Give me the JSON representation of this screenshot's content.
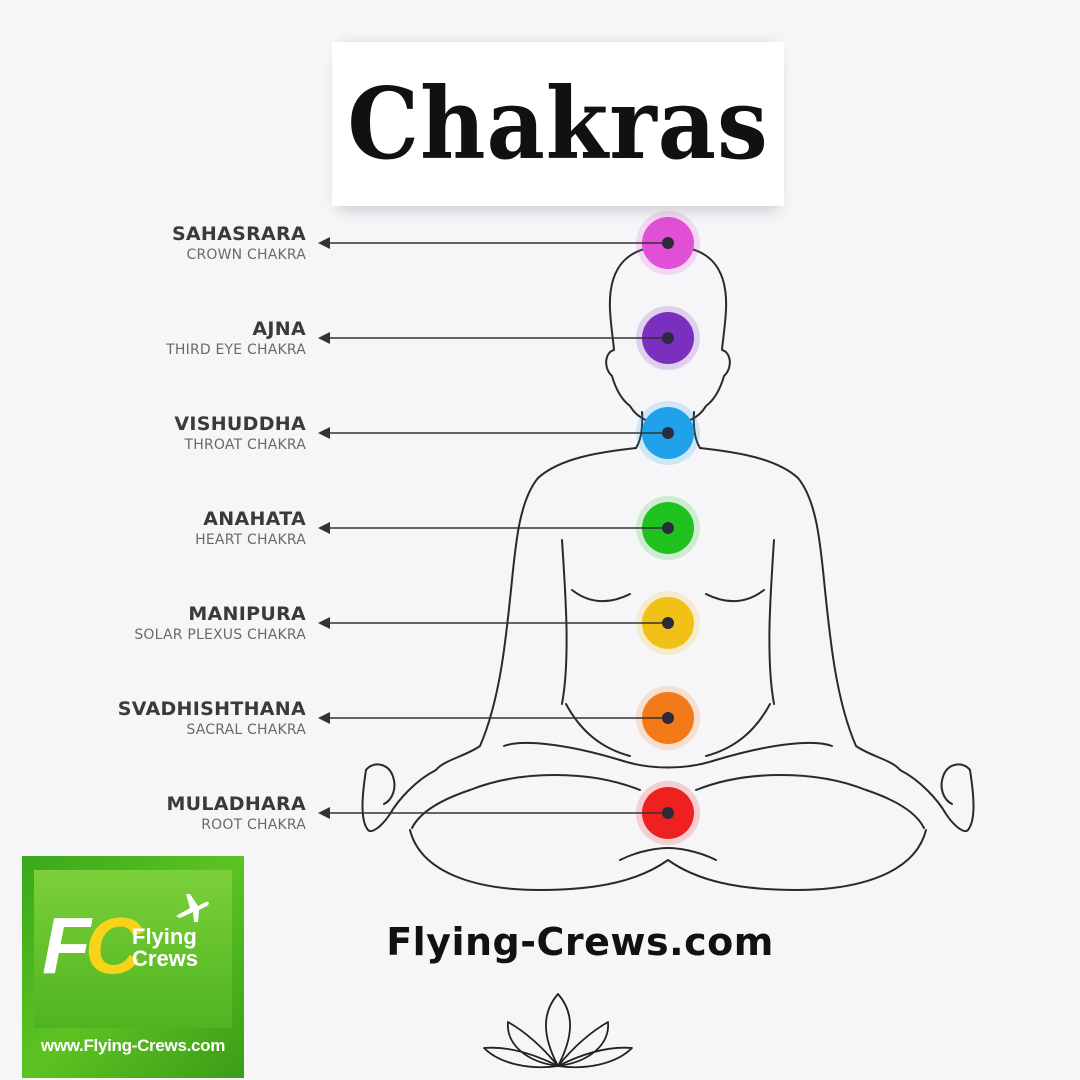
{
  "title": "Chakras",
  "chakras": [
    {
      "name": "SAHASRARA",
      "subtitle": "CROWN CHAKRA",
      "color": "#e14fd6"
    },
    {
      "name": "AJNA",
      "subtitle": "THIRD EYE CHAKRA",
      "color": "#7b2fbf"
    },
    {
      "name": "VISHUDDHA",
      "subtitle": "THROAT CHAKRA",
      "color": "#1fa2ea"
    },
    {
      "name": "ANAHATA",
      "subtitle": "HEART CHAKRA",
      "color": "#1fc11f"
    },
    {
      "name": "MANIPURA",
      "subtitle": "SOLAR PLEXUS CHAKRA",
      "color": "#f2c118"
    },
    {
      "name": "SVADHISHTHANA",
      "subtitle": "SACRAL CHAKRA",
      "color": "#f27a19"
    },
    {
      "name": "MULADHARA",
      "subtitle": "ROOT CHAKRA",
      "color": "#ee2020"
    }
  ],
  "site_name": "Flying-Crews.com",
  "logo": {
    "initials_f": "F",
    "initials_c": "C",
    "name_line1": "Flying",
    "name_line2": "Crews",
    "url": "www.Flying-Crews.com",
    "color": "#4fb420"
  },
  "icons": {
    "lotus": "lotus-icon",
    "airplane": "airplane-icon"
  }
}
